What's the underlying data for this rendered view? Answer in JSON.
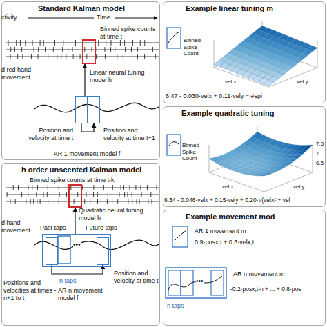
{
  "diagram": {
    "nodes": [
      {
        "text": [
          "Standard Kalman model"
        ]
      },
      {
        "text": [
          "Binned spike counts at time t"
        ],
        "in": 0
      },
      {
        "text": [
          "Position and velocity at time t"
        ],
        "in": 0
      },
      {
        "text": [
          "Position and velocity at time t+1"
        ],
        "in": 0
      },
      {
        "text": [
          "h order unscented Kalman model"
        ]
      },
      {
        "text": [
          "Binned spike counts at time t-k"
        ],
        "in": 4
      },
      {
        "text": [
          "n taps"
        ],
        "in": 4
      },
      {
        "text": [
          "Positions and velocities at times -n+1 to t"
        ],
        "in": 6
      },
      {
        "text": [
          "Position and velocity at time t"
        ],
        "in": 6
      },
      {
        "text": [
          "Example linear tuning m"
        ]
      },
      {
        "text": [
          "Example quadratic tuning"
        ]
      },
      {
        "text": [
          "Example movement mod"
        ]
      }
    ],
    "edges": [
      {
        "from": 2,
        "to": 1,
        "arrow": "to",
        "label": "Linear neural tuning model h"
      },
      {
        "from": 2,
        "to": 3,
        "arrow": "to",
        "label": "AR 1 movement model f"
      },
      {
        "from": 6,
        "to": 5,
        "arrow": "to",
        "label": "Quadratic neural tuning model h"
      },
      {
        "from": 7,
        "to": 8,
        "arrow": "to",
        "label": "AR n movement model f"
      }
    ],
    "labels": [
      "ctivity",
      "Time",
      "d red hand movement",
      "d hand movement",
      "Past taps",
      "Future taps",
      "•••",
      "Binned Spike Count",
      "vel x",
      "vel y",
      "6.47 - 0.030·velx + 0.11·vely = #spi",
      "Binned Spike Count",
      "vel x",
      "vel y",
      "7.5",
      "7",
      "6.5",
      "6.34 - 0.046·velx + 0.15·vely + 0.20·√(velx² + vel",
      "AR 1 movement m",
      "0.9·posx,t + 0.3·velx,t",
      "AR n movement m",
      "-0.2·posx,t-n + ... + 0.8·pos",
      "n taps",
      "•••"
    ]
  }
}
